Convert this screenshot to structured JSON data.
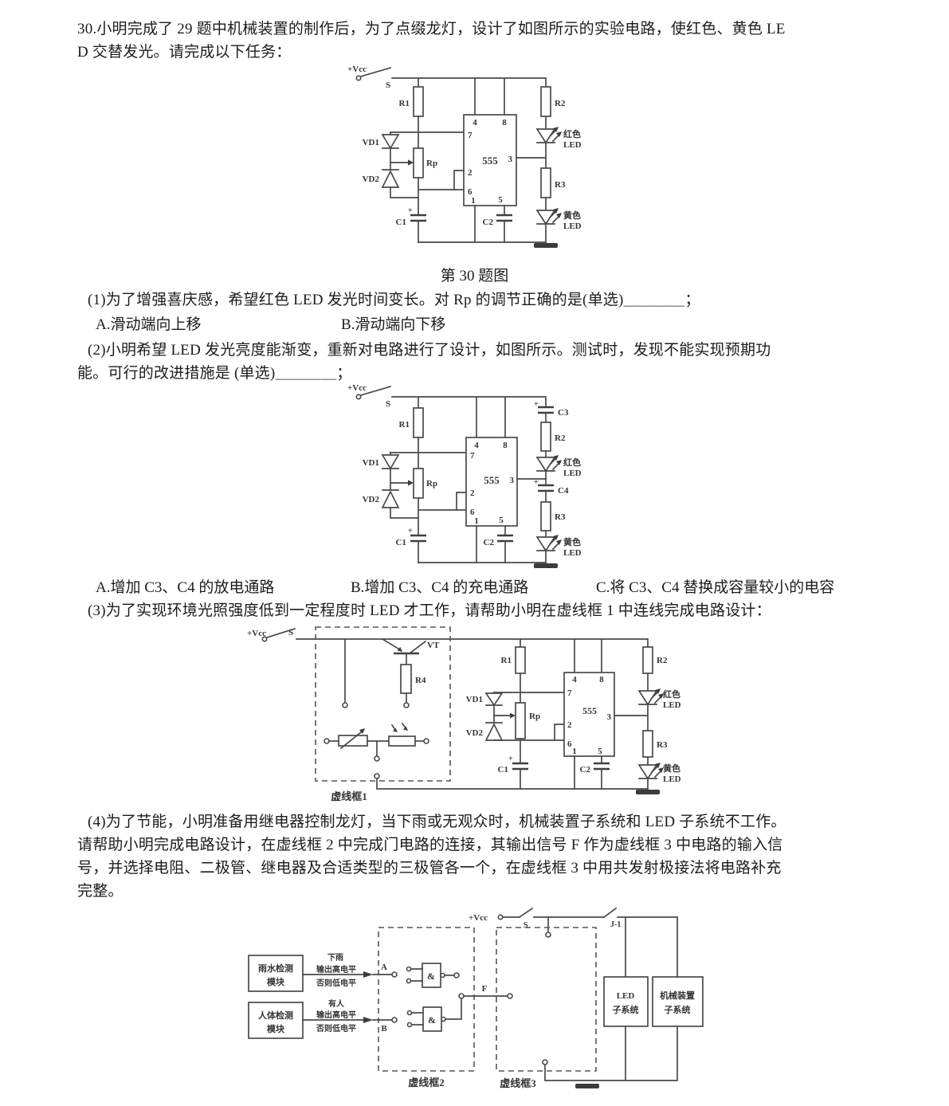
{
  "doc": {
    "intro": [
      "30.小明完成了 29 题中机械装置的制作后，为了点缀龙灯，设计了如图所示的实验电路，使红色、黄色 LE",
      "D 交替发光。请完成以下任务："
    ],
    "fig1_caption": "第 30 题图",
    "q1": "(1)为了增强喜庆感，希望红色 LED 发光时间变长。对 Rp 的调节正确的是(单选)＿＿＿＿；",
    "q1_optA": "A.滑动端向上移",
    "q1_optB": "B.滑动端向下移",
    "q2": [
      "(2)小明希望 LED 发光亮度能渐变，重新对电路进行了设计，如图所示。测试时，发现不能实现预期功",
      "能。可行的改进措施是 (单选)＿＿＿＿；"
    ],
    "q2_optA": "A.增加 C3、C4 的放电通路",
    "q2_optB": "B.增加 C3、C4 的充电通路",
    "q2_optC": "C.将 C3、C4 替换成容量较小的电容",
    "q3": "(3)为了实现环境光照强度低到一定程度时 LED 才工作，请帮助小明在虚线框 1 中连线完成电路设计：",
    "q4": [
      "(4)为了节能，小明准备用继电器控制龙灯，当下雨或无观众时，机械装置子系统和 LED 子系统不工作。",
      "请帮助小明完成电路设计，在虚线框 2 中完成门电路的连接，其输出信号 F 作为虚线框 3 中电路的输入信",
      "号，并选择电阻、二极管、继电器及合适类型的三极管各一个，在虚线框 3 中用共发射极接法将电路补充",
      "完整。"
    ]
  },
  "labels": {
    "vcc": "+Vcc",
    "s": "S",
    "j1": "J-1",
    "f": "F",
    "a": "A",
    "b": "B",
    "amp": "&",
    "r1": "R1",
    "r2": "R2",
    "r3": "R3",
    "r4": "R4",
    "rp": "Rp",
    "vd1": "VD1",
    "vd2": "VD2",
    "vt": "VT",
    "ic": "555",
    "c1": "C1",
    "c2": "C2",
    "c3": "C3",
    "c4": "C4",
    "plus": "+",
    "p1": "1",
    "p2": "2",
    "p3": "3",
    "p4": "4",
    "p5": "5",
    "p6": "6",
    "p7": "7",
    "p8": "8",
    "red": "红色",
    "yellow": "黄色",
    "led": "LED",
    "box1": "虚线框1",
    "box2": "虚线框2",
    "box3": "虚线框3",
    "rain1": "雨水检测",
    "rain2": "模块",
    "body1": "人体检测",
    "body2": "模块",
    "rain_note1": "下雨",
    "rain_note2": "输出高电平",
    "rain_note3": "否则低电平",
    "body_note1": "有人",
    "body_note2": "输出高电平",
    "body_note3": "否则低电平",
    "led_sub1": "LED",
    "led_sub2": "子系统",
    "mech_sub1": "机械装置",
    "mech_sub2": "子系统"
  },
  "colors": {
    "ink": "#1c1c1c",
    "wire": "#4a4a4a",
    "paper": "#ffffff"
  }
}
